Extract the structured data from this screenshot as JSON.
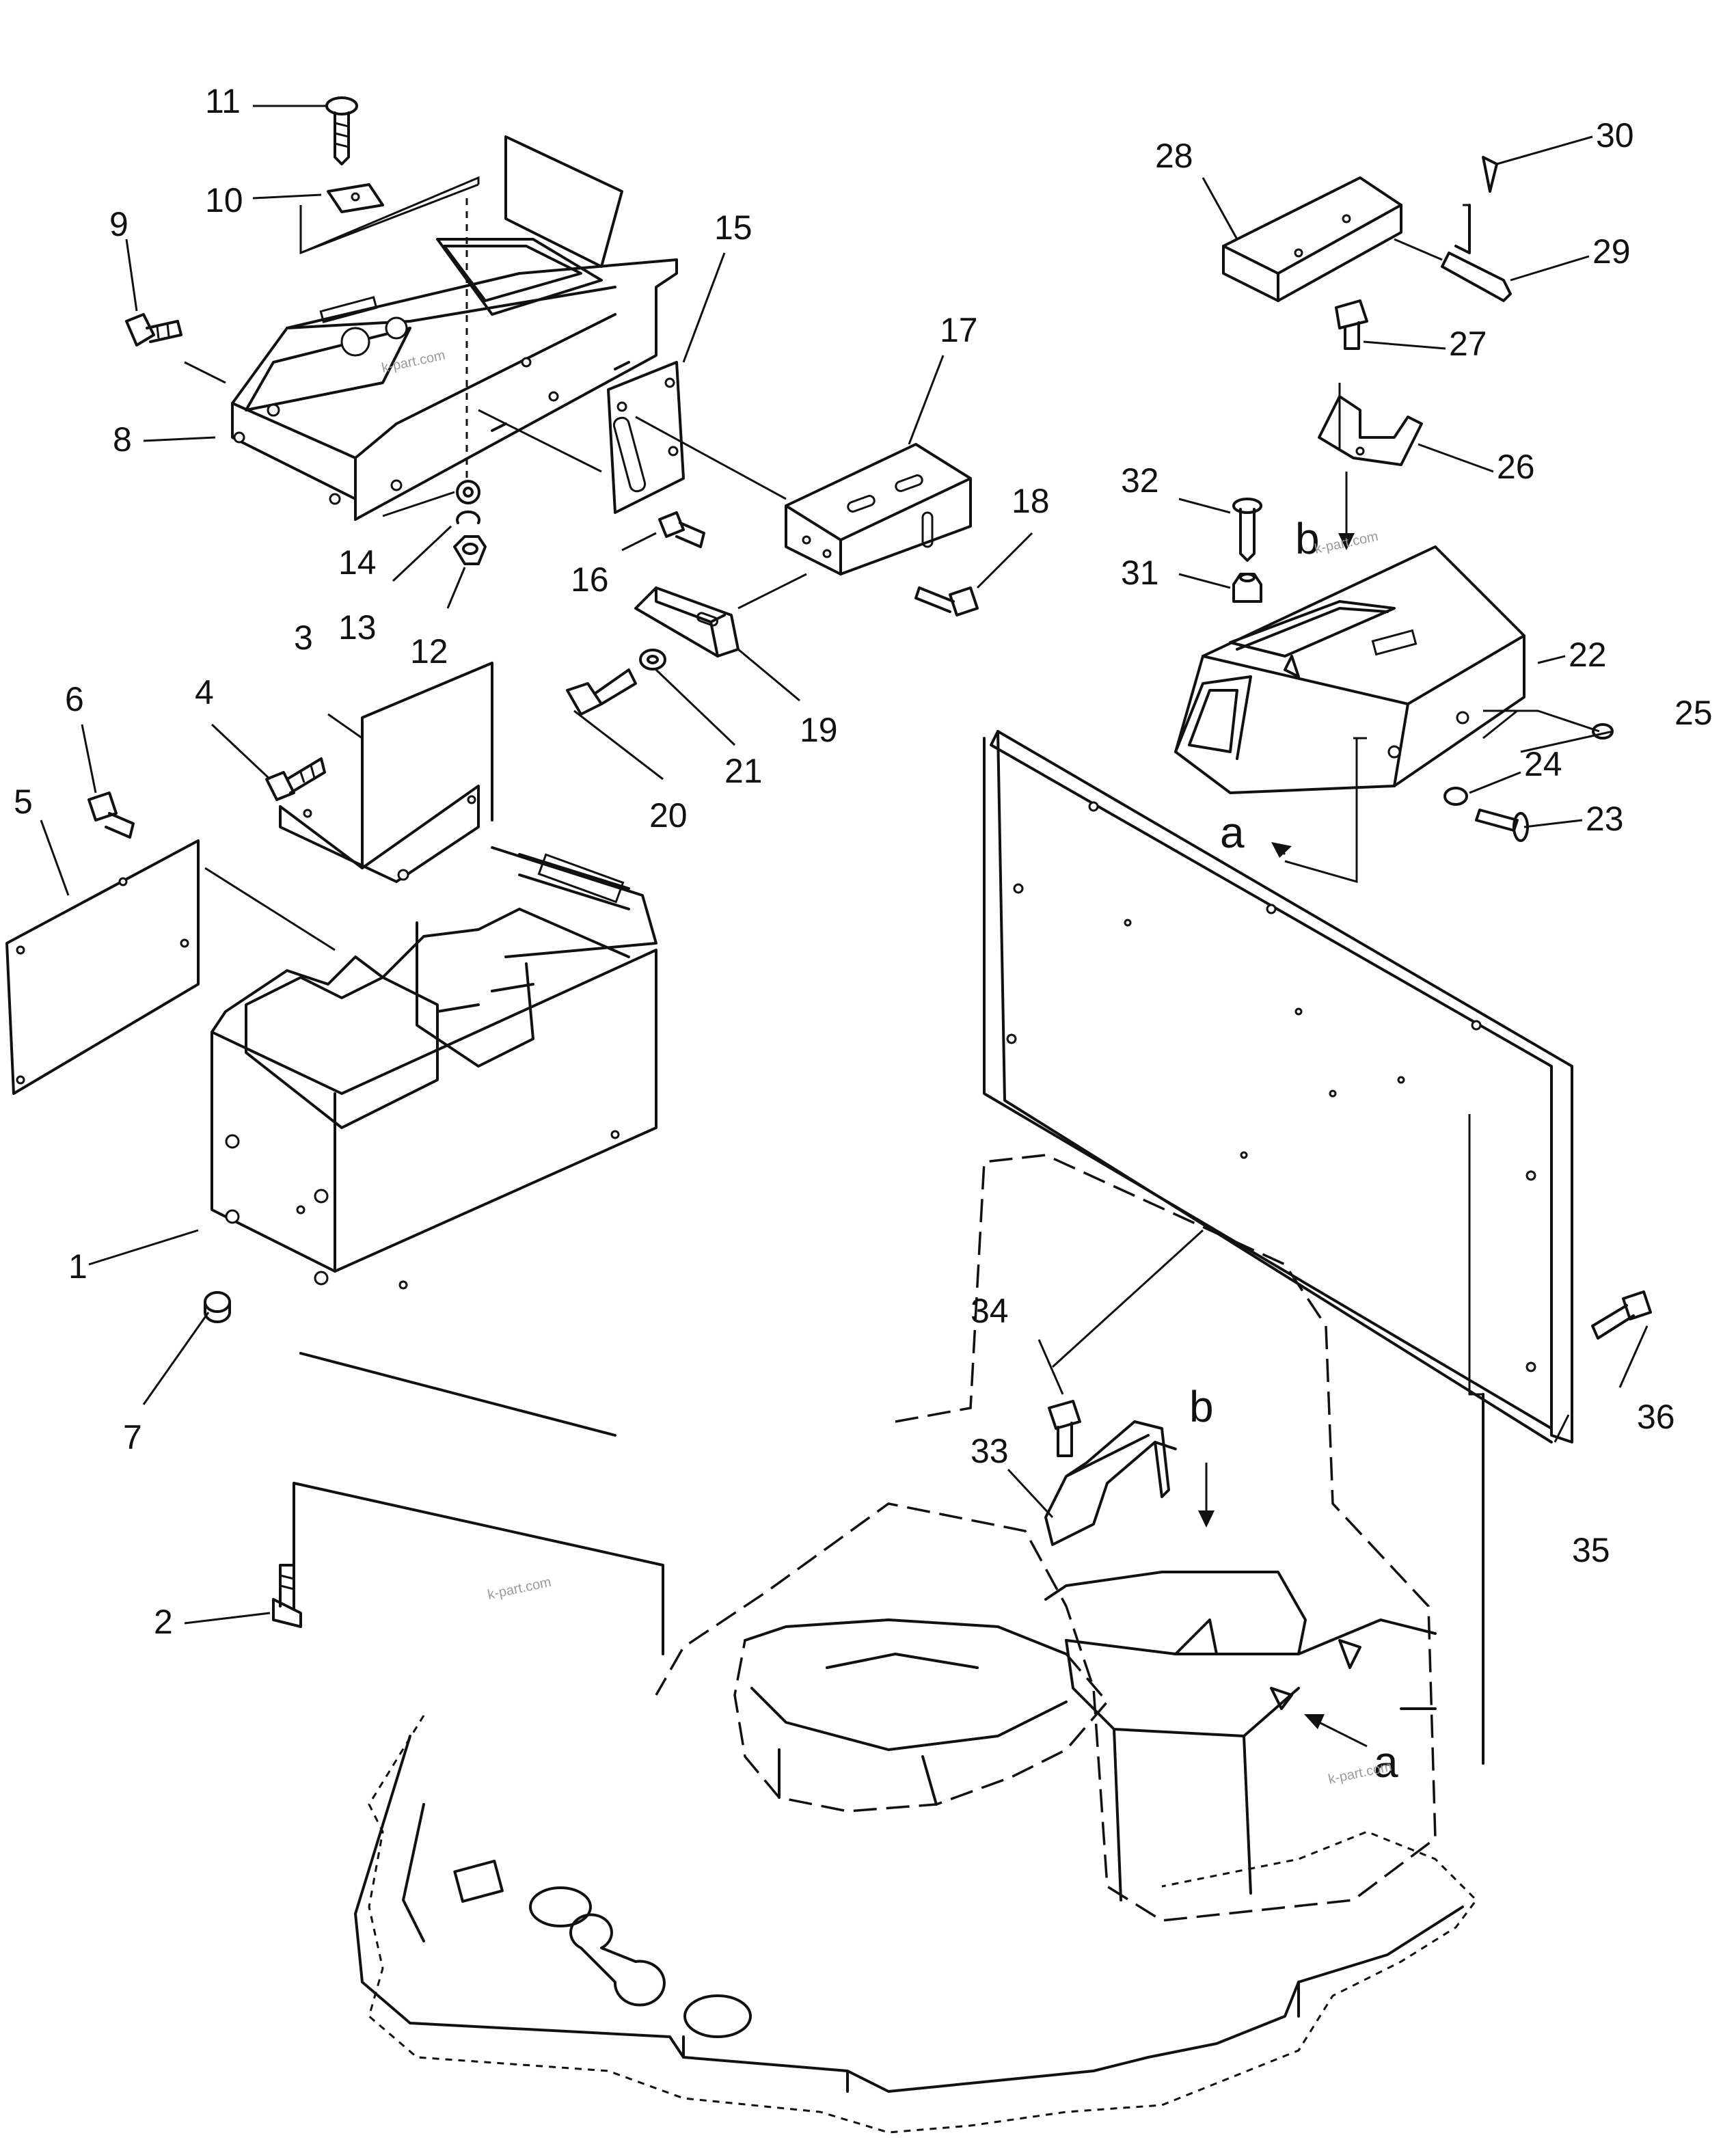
{
  "callouts": [
    {
      "id": "c1",
      "text": "1"
    },
    {
      "id": "c2",
      "text": "2"
    },
    {
      "id": "c3",
      "text": "3"
    },
    {
      "id": "c4",
      "text": "4"
    },
    {
      "id": "c5",
      "text": "5"
    },
    {
      "id": "c6",
      "text": "6"
    },
    {
      "id": "c7",
      "text": "7"
    },
    {
      "id": "c8",
      "text": "8"
    },
    {
      "id": "c9",
      "text": "9"
    },
    {
      "id": "c10",
      "text": "10"
    },
    {
      "id": "c11",
      "text": "11"
    },
    {
      "id": "c12",
      "text": "12"
    },
    {
      "id": "c13",
      "text": "13"
    },
    {
      "id": "c14",
      "text": "14"
    },
    {
      "id": "c15",
      "text": "15"
    },
    {
      "id": "c16",
      "text": "16"
    },
    {
      "id": "c17",
      "text": "17"
    },
    {
      "id": "c18",
      "text": "18"
    },
    {
      "id": "c19",
      "text": "19"
    },
    {
      "id": "c20",
      "text": "20"
    },
    {
      "id": "c21",
      "text": "21"
    },
    {
      "id": "c22",
      "text": "22"
    },
    {
      "id": "c23",
      "text": "23"
    },
    {
      "id": "c24",
      "text": "24"
    },
    {
      "id": "c25",
      "text": "25"
    },
    {
      "id": "c26",
      "text": "26"
    },
    {
      "id": "c27",
      "text": "27"
    },
    {
      "id": "c28",
      "text": "28"
    },
    {
      "id": "c29",
      "text": "29"
    },
    {
      "id": "c30",
      "text": "30"
    },
    {
      "id": "c31",
      "text": "31"
    },
    {
      "id": "c32",
      "text": "32"
    },
    {
      "id": "c33",
      "text": "33"
    },
    {
      "id": "c34",
      "text": "34"
    },
    {
      "id": "c35",
      "text": "35"
    },
    {
      "id": "c36",
      "text": "36"
    }
  ],
  "view_markers": {
    "a": "a",
    "b": "b"
  },
  "watermark": "k-part.com"
}
